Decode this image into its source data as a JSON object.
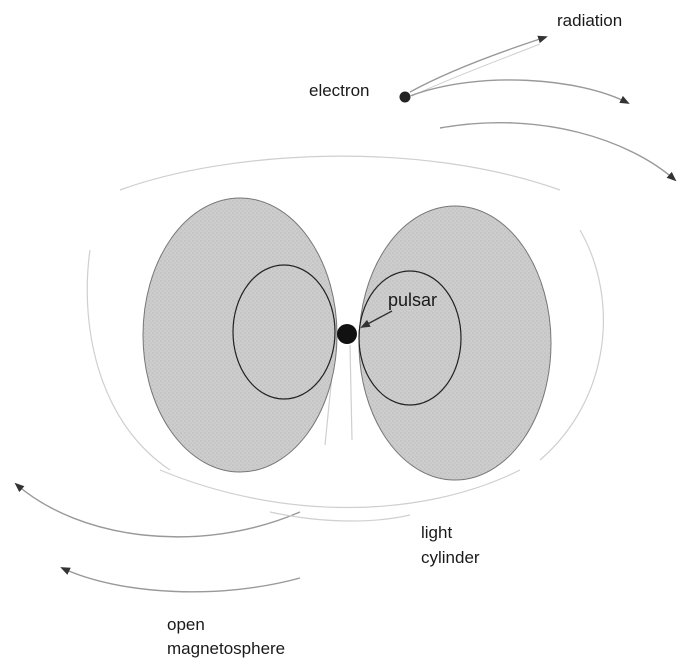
{
  "labels": {
    "radiation": "radiation",
    "electron": "electron",
    "pulsar": "pulsar",
    "light_cylinder_line1": "light",
    "light_cylinder_line2": "cylinder",
    "open_magnetosphere_line1": "open",
    "open_magnetosphere_line2": "magnetosphere"
  },
  "colors": {
    "lobe_fill": "#c6c6c6",
    "line": "#222222",
    "faint_line": "#b5b5b5",
    "dot": "#111111"
  }
}
